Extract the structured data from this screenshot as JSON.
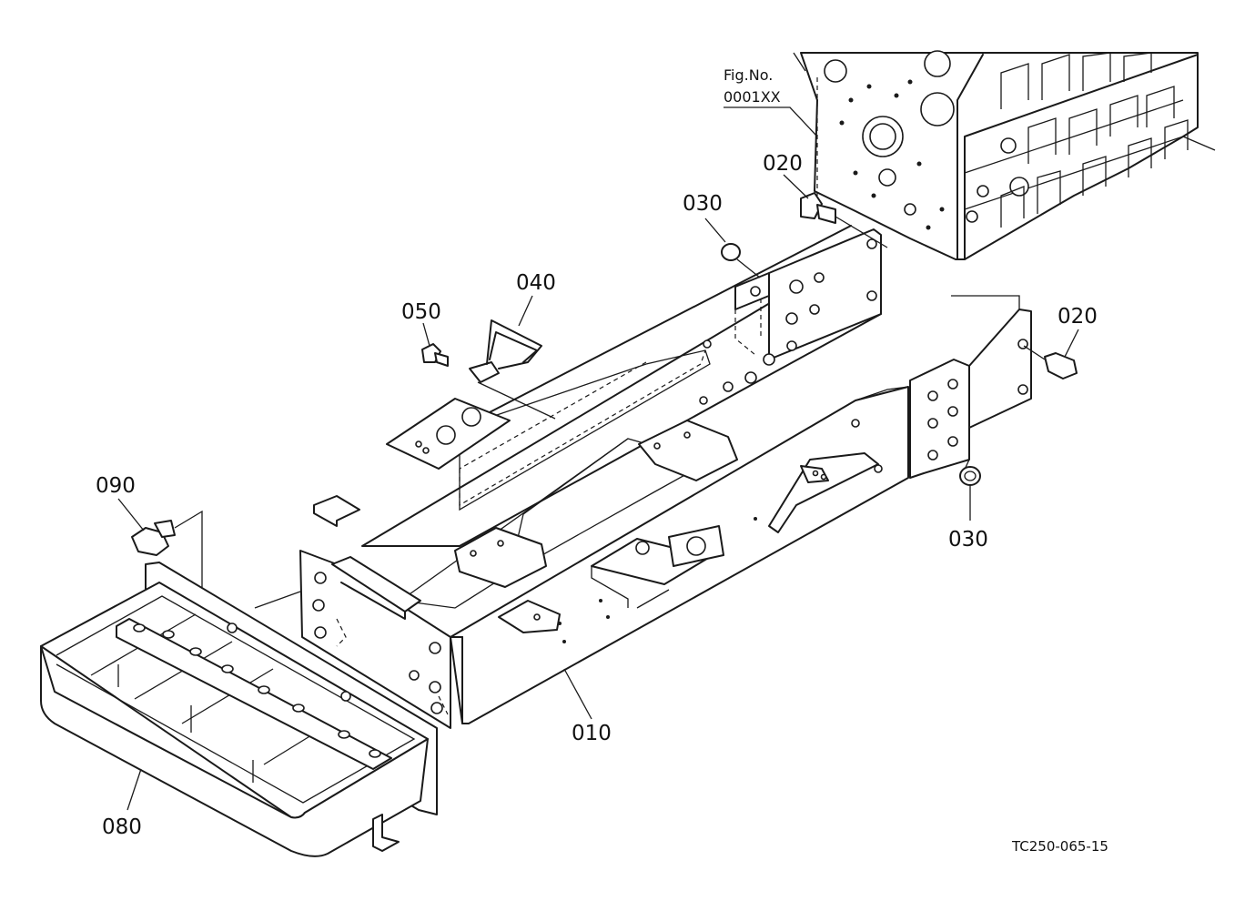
{
  "fig_ref": {
    "line1": "Fig.No.",
    "line2": "0001XX"
  },
  "callouts": {
    "p010": "010",
    "p020_top": "020",
    "p020_right": "020",
    "p030_top": "030",
    "p030_right": "030",
    "p040": "040",
    "p050": "050",
    "p080": "080",
    "p090": "090"
  },
  "drawing_code": "TC250-065-15"
}
